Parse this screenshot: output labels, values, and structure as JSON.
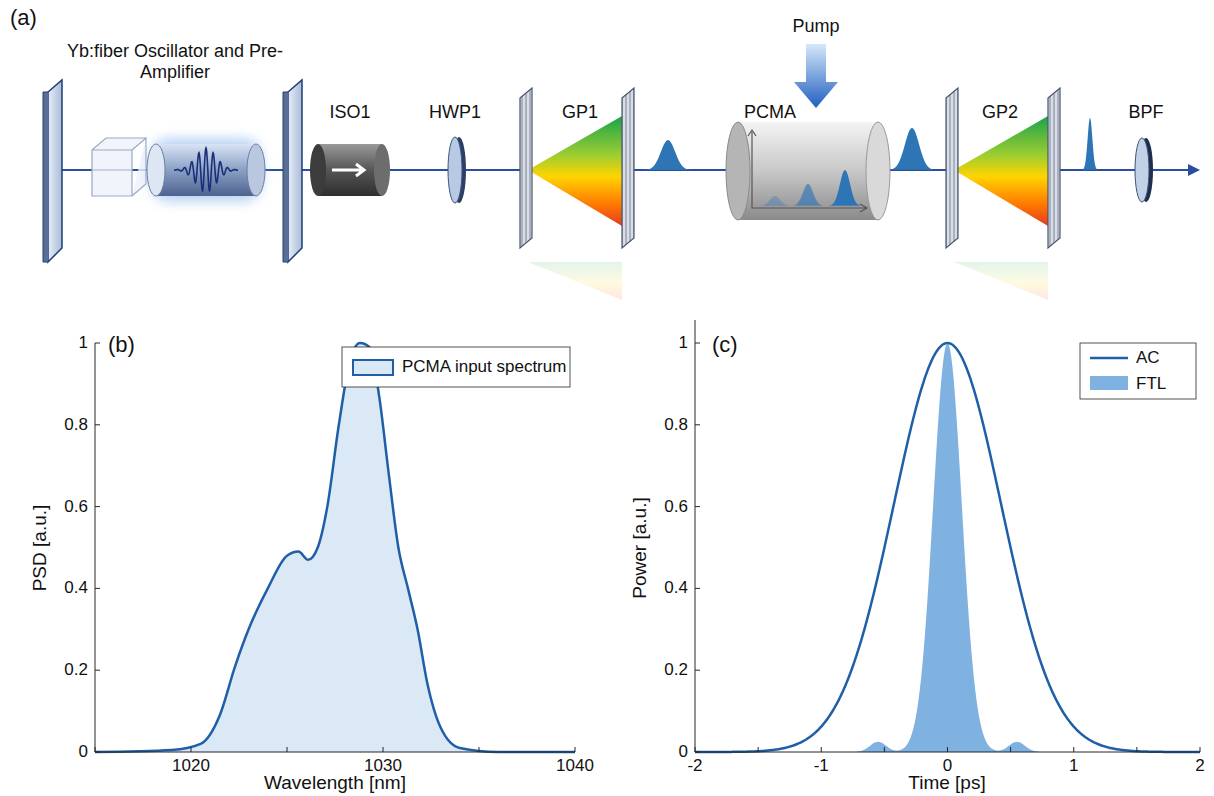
{
  "diagram": {
    "labels": [
      "(a)",
      "Yb:fiber Oscillator and Pre-Amplifier",
      "ISO1",
      "HWP1",
      "GP1",
      "PCMA",
      "Pump",
      "GP2",
      "BPF",
      "(b)",
      "0",
      "0.2",
      "0.4",
      "0.6",
      "0.8",
      "1",
      "1020",
      "1030",
      "1040",
      "PSD [a.u.]",
      "Wavelength [nm]",
      "(c)",
      "0",
      "0.2",
      "0.4",
      "0.6",
      "0.8",
      "1",
      "-2",
      "-1",
      "0",
      "1",
      "2",
      "Power [a.u.]",
      "Time [ps]"
    ],
    "legend": [
      {
        "text": "PCMA input spectrum",
        "color": "#dbe8f5"
      },
      {
        "text": "AC"
      },
      {
        "text": "FTL",
        "color": "#7fb2e0"
      }
    ]
  }
}
